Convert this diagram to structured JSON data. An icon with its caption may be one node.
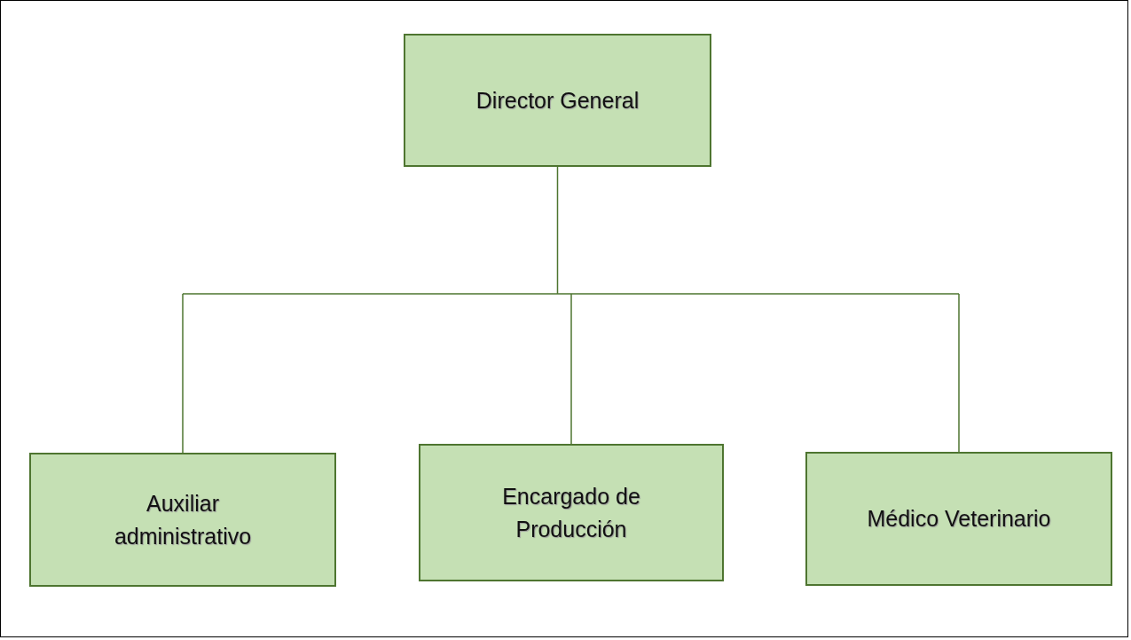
{
  "diagram": {
    "nodes": [
      {
        "text": [
          "Director General"
        ]
      },
      {
        "text": [
          "Auxiliar administrativo"
        ]
      },
      {
        "text": [
          "Encargado de Producción"
        ]
      },
      {
        "text": [
          "Médico Veterinario"
        ]
      }
    ],
    "edges": [
      {
        "from": 0,
        "to": 1,
        "arrow": "none"
      },
      {
        "from": 0,
        "to": 2,
        "arrow": "none"
      },
      {
        "from": 0,
        "to": 3,
        "arrow": "none"
      }
    ]
  }
}
